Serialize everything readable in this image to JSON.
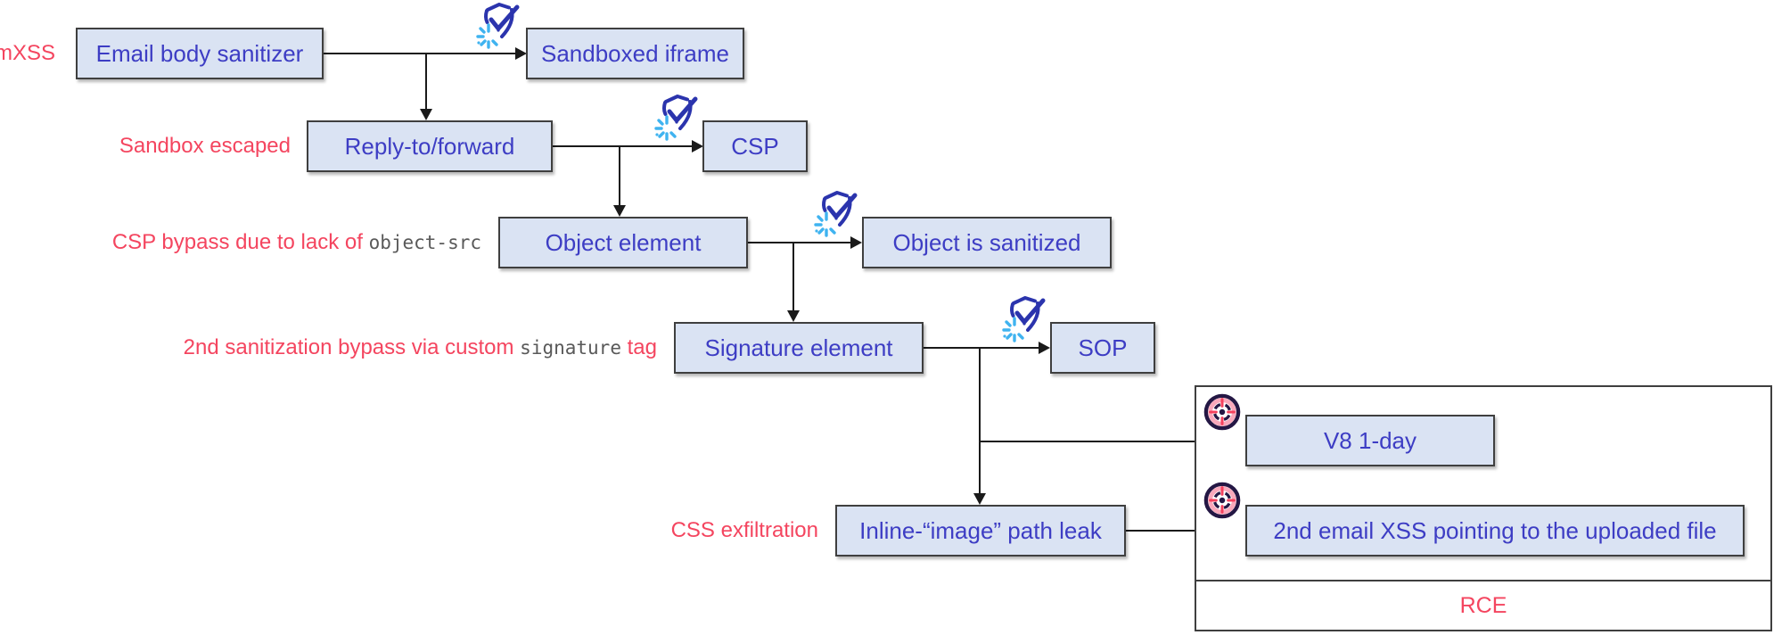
{
  "nodes": {
    "email_sanitizer": {
      "label": "Email body sanitizer"
    },
    "sandboxed_iframe": {
      "label": "Sandboxed iframe"
    },
    "reply_forward": {
      "label": "Reply-to/forward"
    },
    "csp": {
      "label": "CSP"
    },
    "object_element": {
      "label": "Object element"
    },
    "object_sanitized": {
      "label": "Object is sanitized"
    },
    "signature_element": {
      "label": "Signature element"
    },
    "sop": {
      "label": "SOP"
    },
    "v8": {
      "label": "V8 1-day"
    },
    "inline_image": {
      "label": "Inline-“image” path leak"
    },
    "second_xss": {
      "label": "2nd email XSS pointing to the uploaded file"
    },
    "rce": {
      "label": "RCE"
    }
  },
  "stage_labels": {
    "mxss": {
      "text": "mXSS"
    },
    "sandbox_escaped": {
      "text": "Sandbox escaped"
    },
    "csp_bypass": {
      "prefix": "CSP bypass due to lack of ",
      "code": "object-src",
      "suffix": ""
    },
    "sanitization_bypass": {
      "prefix": "2nd sanitization bypass via custom ",
      "code": "signature",
      "suffix": " tag"
    },
    "css_exfiltration": {
      "text": "CSS exfiltration"
    }
  },
  "icons": {
    "shield": "bypassed-protection-shield-check-burst-icon",
    "target": "exploit-target-bullseye-crosshair-icon"
  },
  "colors": {
    "box_fill": "#dae3f3",
    "box_border": "#3f3f3f",
    "box_text": "#3d3dc4",
    "label_red": "#f4455f",
    "code_gray": "#595959",
    "arrow": "#1a1a1a",
    "shield_dark": "#2b34ad",
    "shield_light": "#3fb3f0",
    "target_dark": "#241744",
    "target_ring_pink": "#f9a8bb",
    "target_cross_pink": "#f5415d"
  }
}
